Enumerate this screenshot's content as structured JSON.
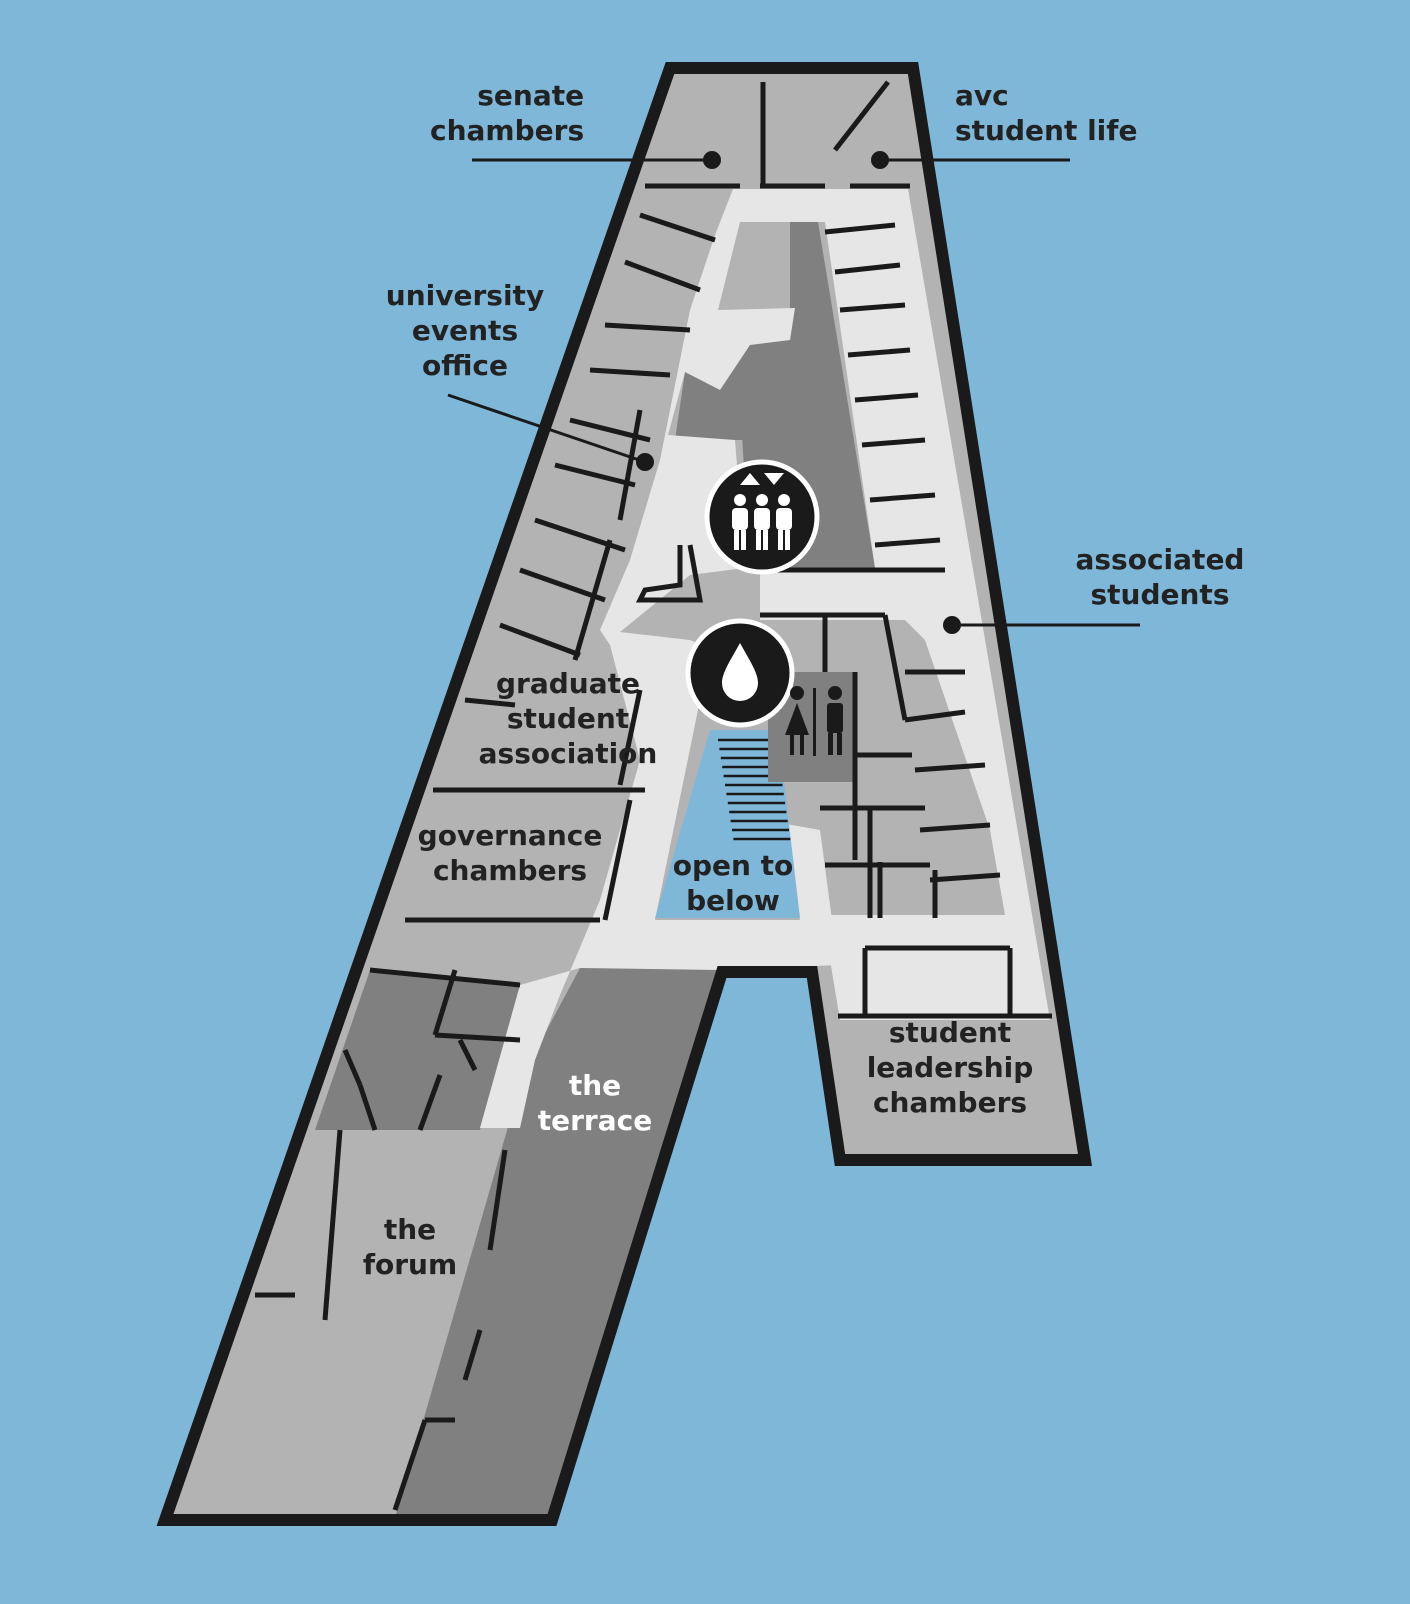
{
  "colors": {
    "sea": "#7fb7d9",
    "outline": "#1a1a1a",
    "room_light": "#b3b3b3",
    "room_dark": "#808080",
    "corridor": "#e6e6e6",
    "label_dark": "#222222",
    "label_white": "#ffffff"
  },
  "labels": {
    "senate_chambers": [
      "senate",
      "chambers"
    ],
    "avc_student_life": [
      "avc",
      "student life"
    ],
    "university_events_office": [
      "university",
      "events",
      "office"
    ],
    "associated_students": [
      "associated",
      "students"
    ],
    "graduate_student_association": [
      "graduate",
      "student",
      "association"
    ],
    "governance_chambers": [
      "governance",
      "chambers"
    ],
    "open_to_below": [
      "open to",
      "below"
    ],
    "the_terrace": [
      "the",
      "terrace"
    ],
    "the_forum": [
      "the",
      "forum"
    ],
    "student_leadership_chambers": [
      "student",
      "leadership",
      "chambers"
    ]
  },
  "icons": {
    "elevator": "elevator-icon",
    "water_fountain": "water-drop-icon",
    "restrooms": "restroom-icon",
    "stairs": "stairs-icon"
  }
}
